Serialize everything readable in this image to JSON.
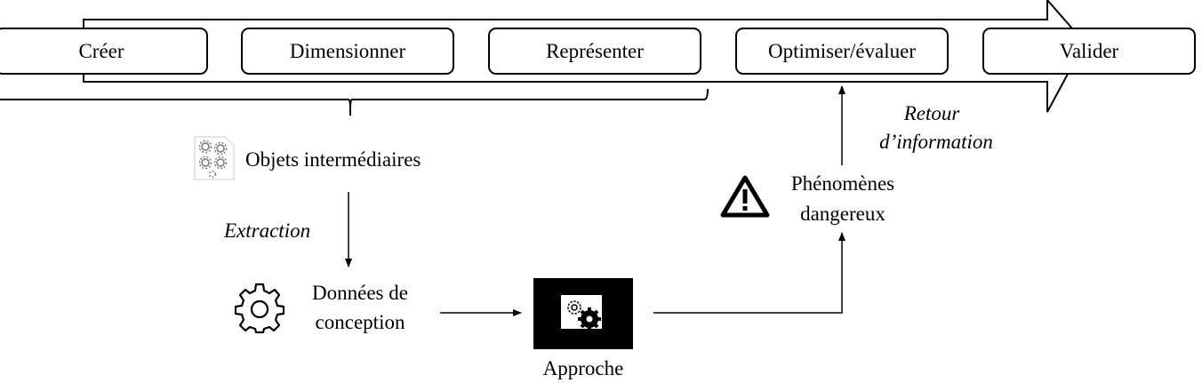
{
  "process": {
    "steps": [
      "Créer",
      "Dimensionner",
      "Représenter",
      "Optimiser/évaluer",
      "Valider"
    ]
  },
  "objects": {
    "label": "Objets intermédiaires",
    "icon": "gears-document-icon"
  },
  "extraction": {
    "label": "Extraction"
  },
  "design_data": {
    "line1": "Données de",
    "line2": "conception",
    "icon": "gear-outline-icon"
  },
  "approach": {
    "label": "Approche",
    "icon": "gears-screen-icon"
  },
  "hazards": {
    "line1": "Phénomènes",
    "line2": "dangereux",
    "icon": "warning-triangle-icon"
  },
  "feedback": {
    "line1": "Retour",
    "line2": "d’information"
  }
}
